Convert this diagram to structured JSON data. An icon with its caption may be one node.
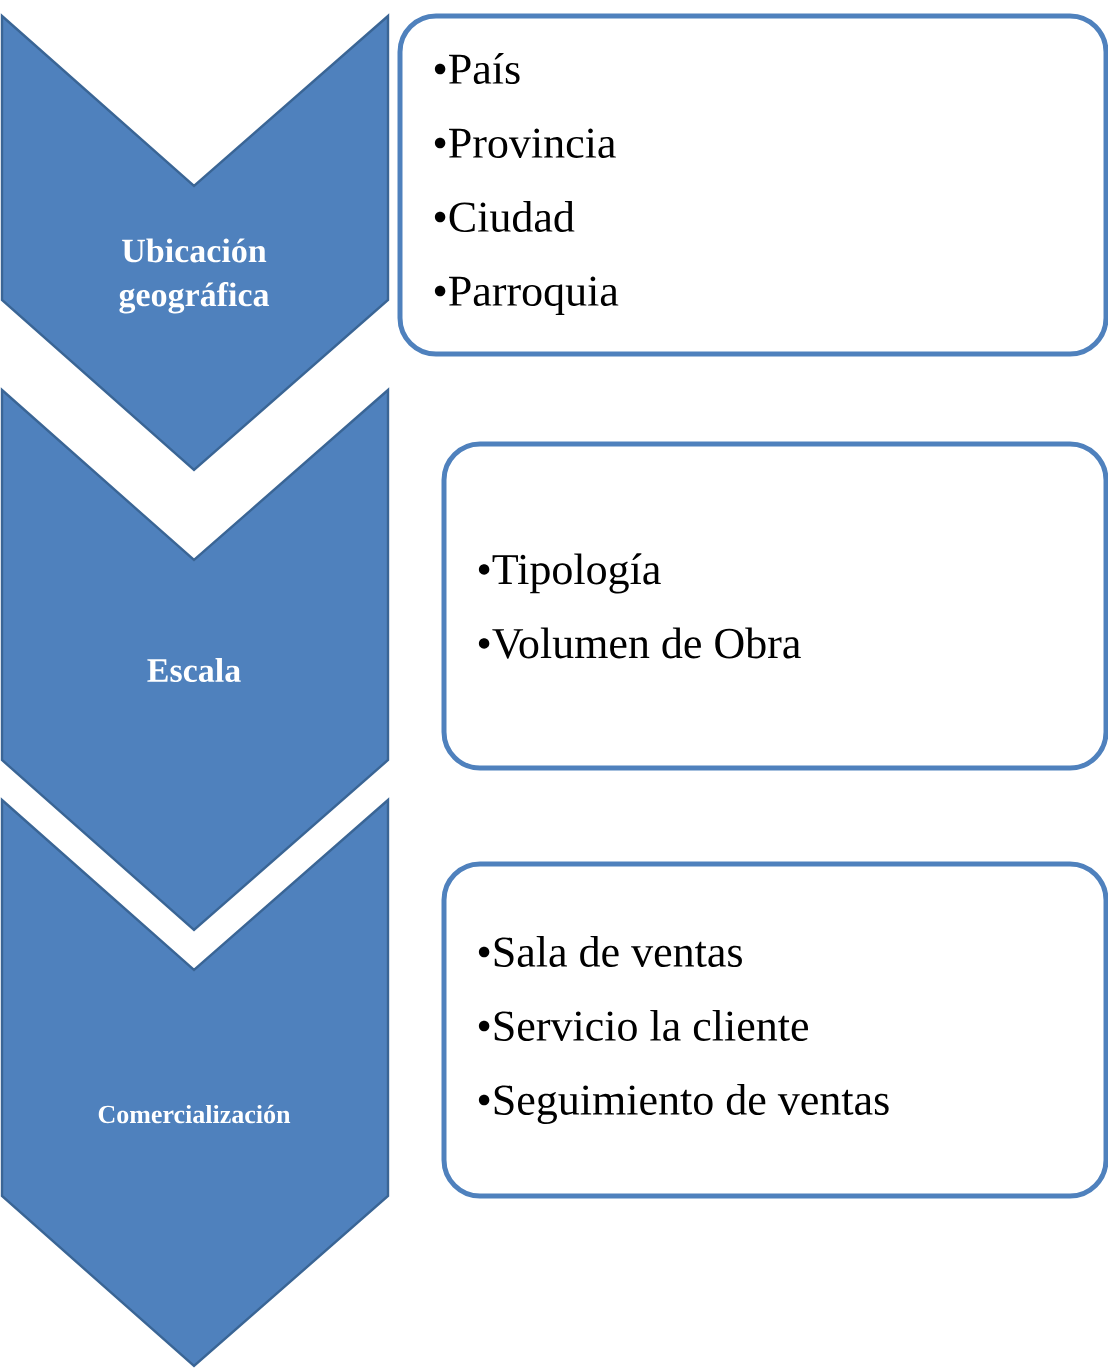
{
  "diagram": {
    "nodes": [
      {
        "text": [
          "Ubicación geográfica"
        ]
      },
      {
        "text": [
          "•País",
          "•Provincia",
          "•Ciudad",
          "•Parroquia"
        ]
      },
      {
        "text": [
          "Escala"
        ]
      },
      {
        "text": [
          "•Tipología",
          "•Volumen de Obra"
        ]
      },
      {
        "text": [
          "Comercialización"
        ]
      },
      {
        "text": [
          "•Sala de ventas",
          "•Servicio la cliente",
          "•Seguimiento de ventas"
        ]
      }
    ]
  }
}
